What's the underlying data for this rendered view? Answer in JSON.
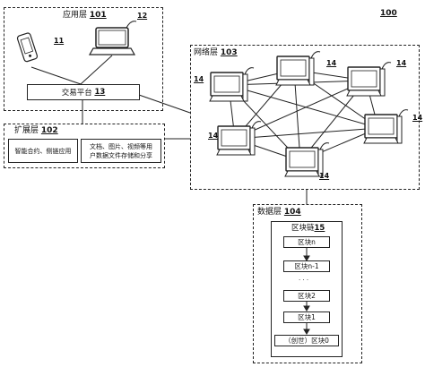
{
  "figure_number": "100",
  "app_layer": {
    "label": "应用层",
    "ref": "101",
    "trading_platform": "交易平台",
    "trading_platform_ref": "13",
    "device_phone_ref": "11",
    "device_laptop_ref": "12"
  },
  "ext_layer": {
    "label": "扩展层",
    "ref": "102",
    "box_left": "智能合约、侧链应用",
    "box_right_line1": "文档、图片、视频等用",
    "box_right_line2": "户数据文件存储和分享"
  },
  "net_layer": {
    "label": "网络层",
    "ref": "103",
    "node_ref": "14"
  },
  "data_layer": {
    "label": "数据层",
    "ref": "104",
    "chain_label": "区块链",
    "chain_ref": "15",
    "blocks": [
      "区块n",
      "区块n-1",
      "区块2",
      "区块1",
      "（创世）区块0"
    ],
    "ellipsis": "· · ·"
  }
}
